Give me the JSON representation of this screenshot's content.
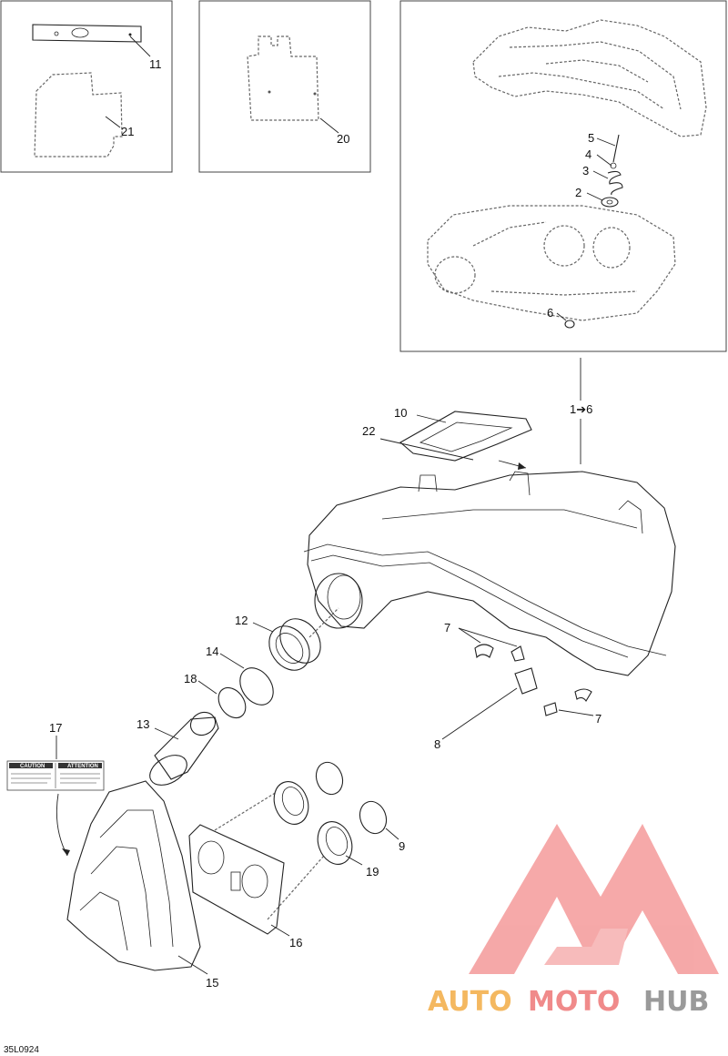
{
  "callouts": {
    "c1": "11",
    "c2": "21",
    "c3": "20",
    "c4": "5",
    "c5": "4",
    "c6": "3",
    "c7": "2",
    "c8": "6",
    "c9": "1➔6",
    "c10": "10",
    "c11": "22",
    "c12": "12",
    "c13": "14",
    "c14": "18",
    "c15": "13",
    "c16": "17",
    "c17": "7",
    "c18": "7",
    "c19": "8",
    "c20": "9",
    "c21": "19",
    "c22": "16",
    "c23": "15"
  },
  "label_sticker": {
    "left_header": "CAUTION",
    "right_header": "ATTENTION"
  },
  "drawing_ref": "35L0924",
  "watermark": {
    "part1": "AUTO",
    "part2": "MOTO",
    "part3": "HUB"
  },
  "colors": {
    "watermark_red": "#f08a8a",
    "watermark_orange": "#f4b860",
    "watermark_gray": "#9a9a9a",
    "line": "#222222"
  }
}
